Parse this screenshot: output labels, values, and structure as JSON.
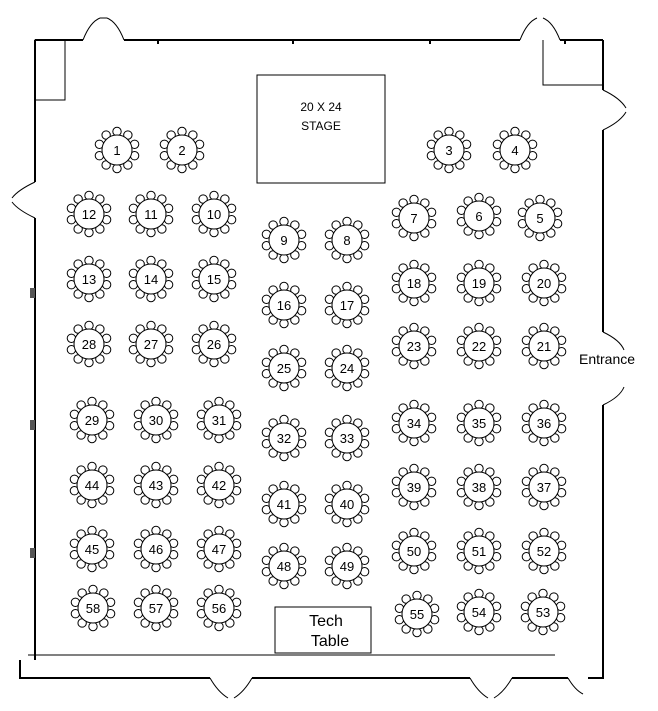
{
  "stage": {
    "line1": "20 X 24",
    "line2": "STAGE"
  },
  "tech_table": {
    "line1": "Tech",
    "line2": "Table"
  },
  "entrance_label": "Entrance",
  "tables": [
    "1",
    "2",
    "3",
    "4",
    "5",
    "6",
    "7",
    "8",
    "9",
    "10",
    "11",
    "12",
    "13",
    "14",
    "15",
    "16",
    "17",
    "18",
    "19",
    "20",
    "21",
    "22",
    "23",
    "24",
    "25",
    "26",
    "27",
    "28",
    "29",
    "30",
    "31",
    "32",
    "33",
    "34",
    "35",
    "36",
    "37",
    "38",
    "39",
    "40",
    "41",
    "42",
    "43",
    "44",
    "45",
    "46",
    "47",
    "48",
    "49",
    "50",
    "51",
    "52",
    "53",
    "54",
    "55",
    "56",
    "57",
    "58"
  ]
}
